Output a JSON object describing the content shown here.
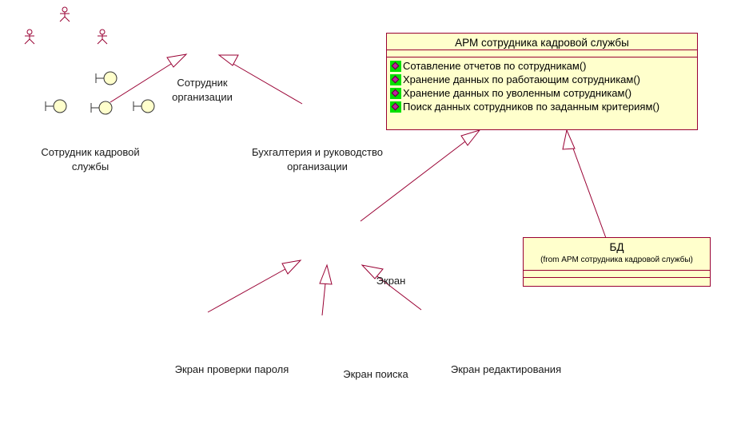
{
  "labels": {
    "employee": "Сотрудник\nорганизации",
    "hr_employee": "Сотрудник кадровой\nслужбы",
    "accounting": "Бухгалтерия и руководство\nорганизации",
    "screen": "Экран",
    "screen_password": "Экран проверки пароля",
    "screen_search": "Экран поиска",
    "screen_edit": "Экран редактирования"
  },
  "arm_class": {
    "name": "АРМ сотрудника кадровой службы",
    "operations": [
      "Сотавление отчетов по сотрудникам()",
      "Хранение данных по работающим сотрудникам()",
      "Хранение данных по уволенным сотрудникам()",
      "Поиск данных сотрудников по заданным критериям()"
    ]
  },
  "bd_class": {
    "name": "БД",
    "from": "(from АРМ сотрудника кадровой службы)"
  },
  "colors": {
    "line": "#990033",
    "class_fill": "#ffffcc",
    "interface_fill": "#ffffcc",
    "operation_icon_bg": "#00e000"
  }
}
